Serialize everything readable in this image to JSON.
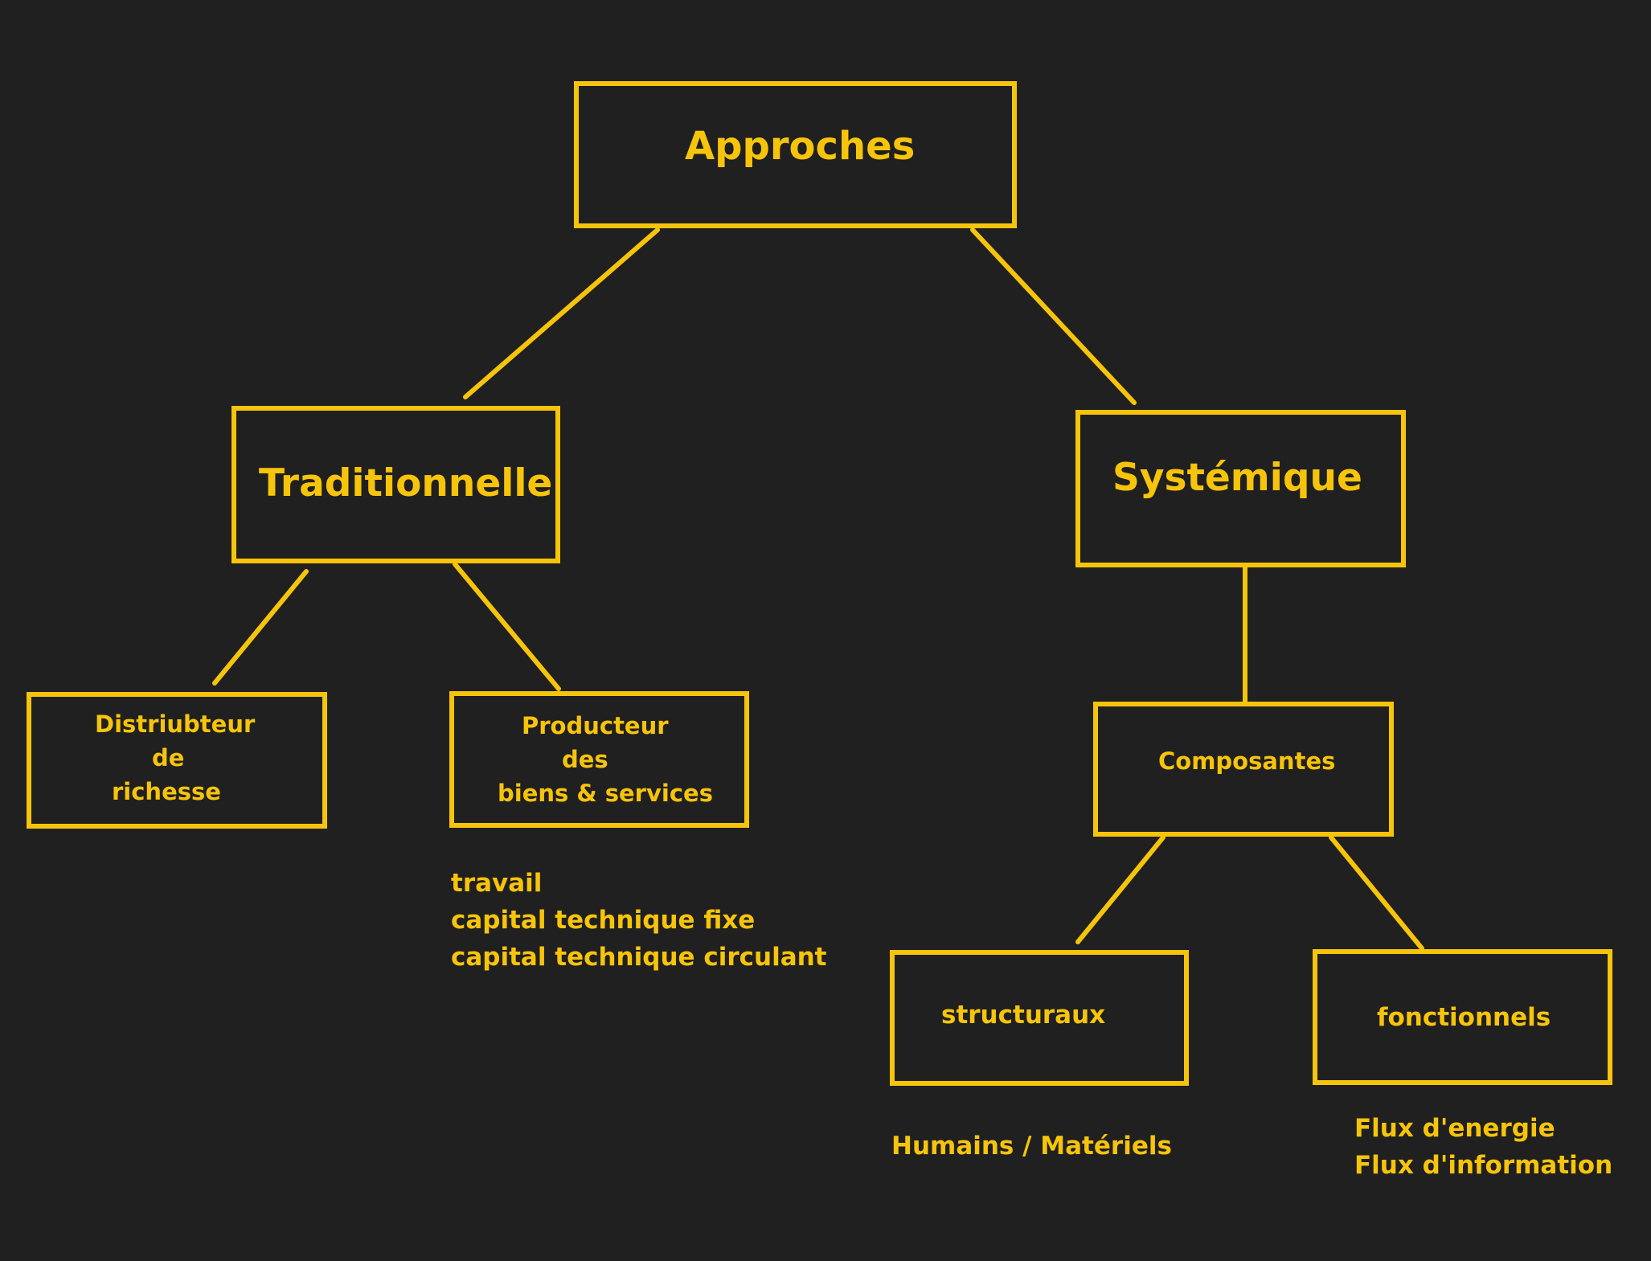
{
  "colors": {
    "background": "#202020",
    "accent": "#f7c40c"
  },
  "nodes": {
    "approches": "Approches",
    "traditionnelle": "Traditionnelle",
    "systemique": "Systémique",
    "distributeur": [
      "Distriubteur",
      "de",
      "richesse"
    ],
    "producteur": [
      "Producteur",
      "des",
      "biens & services"
    ],
    "composantes": "Composantes",
    "structuraux": "structuraux",
    "fonctionnels": "fonctionnels"
  },
  "notes": {
    "producteur": [
      "travail",
      "capital technique fixe",
      "capital technique circulant"
    ],
    "structuraux": "Humains / Matériels",
    "fonctionnels": [
      "Flux d'energie",
      "Flux d'information"
    ]
  }
}
